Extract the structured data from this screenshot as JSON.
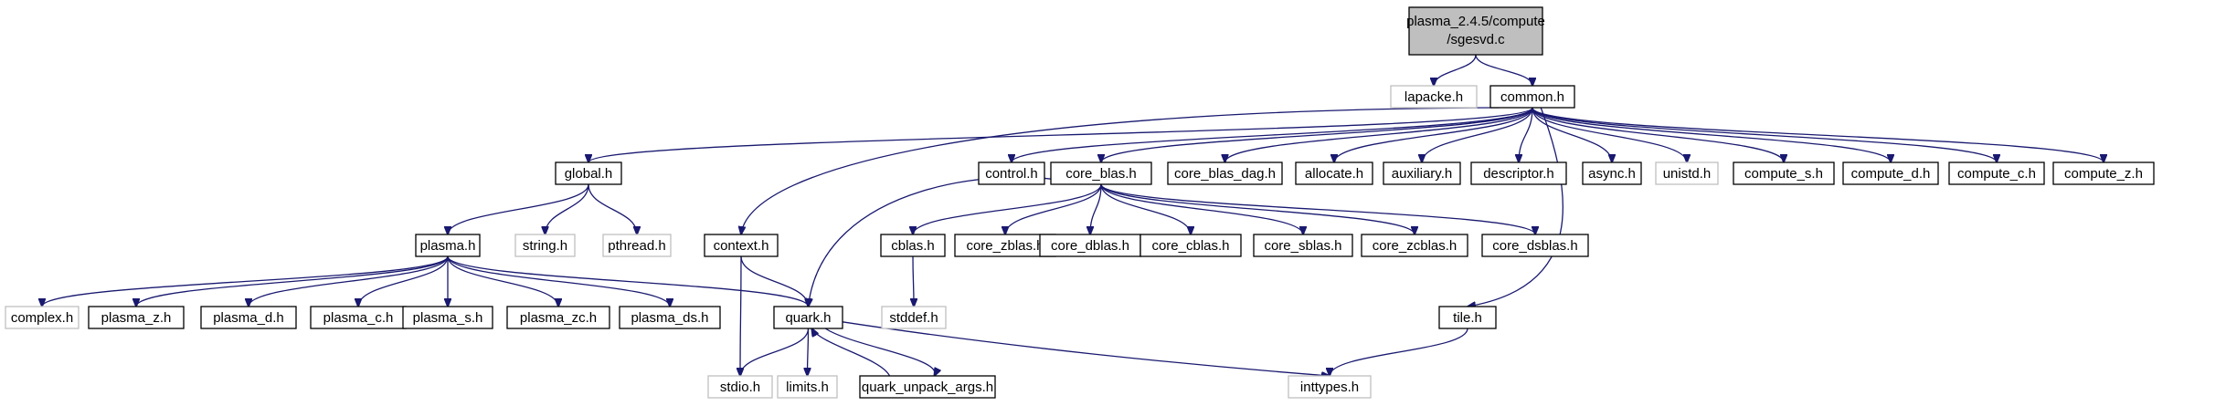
{
  "graph": {
    "root": "plasma_2.4.5/compute/sgesvd.c",
    "root_lines": [
      "plasma_2.4.5/compute",
      "/sgesvd.c"
    ],
    "colors": {
      "edge": "#191970",
      "node_border": "#000000",
      "missing_border": "#bfbfbf",
      "root_fill": "#bfbfbf"
    },
    "nodes": [
      {
        "id": "root",
        "label": "plasma_2.4.5/compute",
        "label2": "/sgesvd.c",
        "style": "root"
      },
      {
        "id": "lapacke",
        "label": "lapacke.h",
        "style": "missing"
      },
      {
        "id": "common",
        "label": "common.h",
        "style": "normal"
      },
      {
        "id": "global",
        "label": "global.h",
        "style": "normal"
      },
      {
        "id": "control",
        "label": "control.h",
        "style": "normal"
      },
      {
        "id": "core_blas",
        "label": "core_blas.h",
        "style": "normal"
      },
      {
        "id": "core_blas_dag",
        "label": "core_blas_dag.h",
        "style": "normal"
      },
      {
        "id": "allocate",
        "label": "allocate.h",
        "style": "normal"
      },
      {
        "id": "auxiliary",
        "label": "auxiliary.h",
        "style": "normal"
      },
      {
        "id": "descriptor",
        "label": "descriptor.h",
        "style": "normal"
      },
      {
        "id": "async",
        "label": "async.h",
        "style": "normal"
      },
      {
        "id": "unistd",
        "label": "unistd.h",
        "style": "missing"
      },
      {
        "id": "compute_s",
        "label": "compute_s.h",
        "style": "normal"
      },
      {
        "id": "compute_d",
        "label": "compute_d.h",
        "style": "normal"
      },
      {
        "id": "compute_c",
        "label": "compute_c.h",
        "style": "normal"
      },
      {
        "id": "compute_z",
        "label": "compute_z.h",
        "style": "normal"
      },
      {
        "id": "plasma",
        "label": "plasma.h",
        "style": "normal"
      },
      {
        "id": "string",
        "label": "string.h",
        "style": "missing"
      },
      {
        "id": "pthread",
        "label": "pthread.h",
        "style": "missing"
      },
      {
        "id": "context",
        "label": "context.h",
        "style": "normal"
      },
      {
        "id": "cblas",
        "label": "cblas.h",
        "style": "normal"
      },
      {
        "id": "core_zblas",
        "label": "core_zblas.h",
        "style": "normal"
      },
      {
        "id": "core_dblas",
        "label": "core_dblas.h",
        "style": "normal"
      },
      {
        "id": "core_cblas",
        "label": "core_cblas.h",
        "style": "normal"
      },
      {
        "id": "core_sblas",
        "label": "core_sblas.h",
        "style": "normal"
      },
      {
        "id": "core_zcblas",
        "label": "core_zcblas.h",
        "style": "normal"
      },
      {
        "id": "core_dsblas",
        "label": "core_dsblas.h",
        "style": "normal"
      },
      {
        "id": "stddef",
        "label": "stddef.h",
        "style": "missing"
      },
      {
        "id": "tile",
        "label": "tile.h",
        "style": "normal"
      },
      {
        "id": "complex",
        "label": "complex.h",
        "style": "missing"
      },
      {
        "id": "plasma_z",
        "label": "plasma_z.h",
        "style": "normal"
      },
      {
        "id": "plasma_d",
        "label": "plasma_d.h",
        "style": "normal"
      },
      {
        "id": "plasma_c",
        "label": "plasma_c.h",
        "style": "normal"
      },
      {
        "id": "plasma_s",
        "label": "plasma_s.h",
        "style": "normal"
      },
      {
        "id": "plasma_zc",
        "label": "plasma_zc.h",
        "style": "normal"
      },
      {
        "id": "plasma_ds",
        "label": "plasma_ds.h",
        "style": "normal"
      },
      {
        "id": "quark",
        "label": "quark.h",
        "style": "normal"
      },
      {
        "id": "stdio",
        "label": "stdio.h",
        "style": "missing"
      },
      {
        "id": "limits",
        "label": "limits.h",
        "style": "missing"
      },
      {
        "id": "quark_unpack_args",
        "label": "quark_unpack_args.h",
        "style": "normal"
      },
      {
        "id": "inttypes",
        "label": "inttypes.h",
        "style": "missing"
      }
    ],
    "edges": [
      [
        "root",
        "lapacke"
      ],
      [
        "root",
        "common"
      ],
      [
        "common",
        "global"
      ],
      [
        "common",
        "control"
      ],
      [
        "common",
        "core_blas"
      ],
      [
        "common",
        "core_blas_dag"
      ],
      [
        "common",
        "allocate"
      ],
      [
        "common",
        "auxiliary"
      ],
      [
        "common",
        "descriptor"
      ],
      [
        "common",
        "async"
      ],
      [
        "common",
        "unistd"
      ],
      [
        "common",
        "compute_s"
      ],
      [
        "common",
        "compute_d"
      ],
      [
        "common",
        "compute_c"
      ],
      [
        "common",
        "compute_z"
      ],
      [
        "common",
        "context"
      ],
      [
        "common",
        "tile"
      ],
      [
        "global",
        "plasma"
      ],
      [
        "global",
        "string"
      ],
      [
        "global",
        "pthread"
      ],
      [
        "core_blas",
        "cblas"
      ],
      [
        "core_blas",
        "core_zblas"
      ],
      [
        "core_blas",
        "core_dblas"
      ],
      [
        "core_blas",
        "core_cblas"
      ],
      [
        "core_blas",
        "core_sblas"
      ],
      [
        "core_blas",
        "core_zcblas"
      ],
      [
        "core_blas",
        "core_dsblas"
      ],
      [
        "core_blas",
        "quark"
      ],
      [
        "cblas",
        "stddef"
      ],
      [
        "plasma",
        "complex"
      ],
      [
        "plasma",
        "plasma_z"
      ],
      [
        "plasma",
        "plasma_d"
      ],
      [
        "plasma",
        "plasma_c"
      ],
      [
        "plasma",
        "plasma_s"
      ],
      [
        "plasma",
        "plasma_zc"
      ],
      [
        "plasma",
        "plasma_ds"
      ],
      [
        "plasma",
        "quark"
      ],
      [
        "context",
        "quark"
      ],
      [
        "context",
        "stdio"
      ],
      [
        "quark",
        "stdio"
      ],
      [
        "quark",
        "limits"
      ],
      [
        "quark",
        "quark_unpack_args"
      ],
      [
        "quark",
        "inttypes"
      ],
      [
        "quark_unpack_args",
        "quark"
      ],
      [
        "tile",
        "inttypes"
      ]
    ]
  }
}
